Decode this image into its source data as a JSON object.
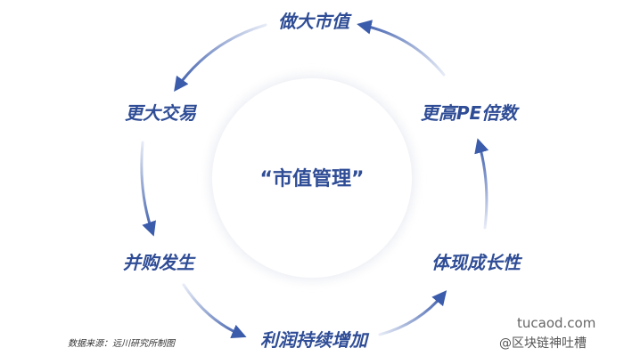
{
  "center": {
    "label": "“市值管理”"
  },
  "cycle": {
    "nodes": [
      {
        "id": "top",
        "label": "做大市值"
      },
      {
        "id": "upper-right",
        "label": "更高PE倍数"
      },
      {
        "id": "lower-right",
        "label": "体现成长性"
      },
      {
        "id": "bottom",
        "label": "利润持续增加"
      },
      {
        "id": "lower-left",
        "label": "并购发生"
      },
      {
        "id": "upper-left",
        "label": "更大交易"
      }
    ]
  },
  "footer": {
    "source": "数据来源：远川研究所制图"
  },
  "watermark": {
    "site": "tucaod.com",
    "account": "@区块链神吐槽"
  },
  "colors": {
    "text": "#2f4d96",
    "arrow_strong": "#3b5bab",
    "arrow_faint": "#e6ebf6"
  }
}
